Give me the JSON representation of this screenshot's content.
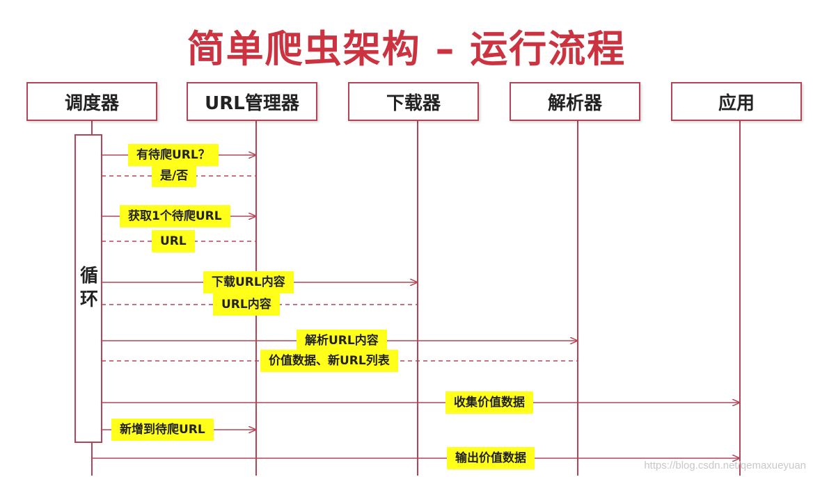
{
  "title": "简单爬虫架构 – 运行流程",
  "participants": [
    {
      "id": "scheduler",
      "label": "调度器"
    },
    {
      "id": "url-manager",
      "label": "URL管理器"
    },
    {
      "id": "downloader",
      "label": "下载器"
    },
    {
      "id": "parser",
      "label": "解析器"
    },
    {
      "id": "application",
      "label": "应用"
    }
  ],
  "loop_label": [
    "循",
    "环"
  ],
  "messages": [
    {
      "label": "有待爬URL？",
      "from": 0,
      "to": 1,
      "style": "solid"
    },
    {
      "label": "是/否",
      "from": 1,
      "to": 0,
      "style": "dashed"
    },
    {
      "label": "获取1个待爬URL",
      "from": 0,
      "to": 1,
      "style": "solid"
    },
    {
      "label": "URL",
      "from": 1,
      "to": 0,
      "style": "dashed"
    },
    {
      "label": "下载URL内容",
      "from": 0,
      "to": 2,
      "style": "solid"
    },
    {
      "label": "URL内容",
      "from": 2,
      "to": 0,
      "style": "dashed"
    },
    {
      "label": "解析URL内容",
      "from": 0,
      "to": 3,
      "style": "solid"
    },
    {
      "label": "价值数据、新URL列表",
      "from": 3,
      "to": 0,
      "style": "dashed"
    },
    {
      "label": "收集价值数据",
      "from": 0,
      "to": 4,
      "style": "solid"
    },
    {
      "label": "新增到待爬URL",
      "from": 0,
      "to": 1,
      "style": "solid"
    },
    {
      "label": "输出价值数据",
      "from": 0,
      "to": 4,
      "style": "solid"
    }
  ],
  "watermark": "https://blog.csdn.net/qemaxueyuan",
  "colors": {
    "title": "#cc3340",
    "line": "#b44455",
    "label_bg": "#ffff1a"
  }
}
